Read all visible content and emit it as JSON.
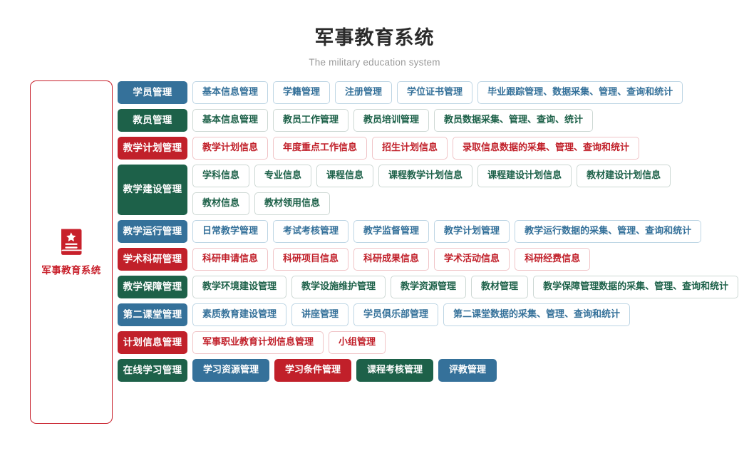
{
  "header": {
    "title": "军事教育系统",
    "subtitle": "The military education system"
  },
  "sidebar": {
    "icon": "book-star-icon",
    "label": "军事教育系统",
    "border_color": "#c8202b"
  },
  "colors": {
    "blue": "#35719a",
    "green": "#1d6149",
    "red": "#c1202a"
  },
  "rows": [
    {
      "category": "学员管理",
      "color": "blue",
      "style": "outline",
      "lines": [
        [
          "基本信息管理",
          "学籍管理",
          "注册管理",
          "学位证书管理",
          "毕业跟踪管理、数据采集、管理、查询和统计"
        ]
      ]
    },
    {
      "category": "教员管理",
      "color": "green",
      "style": "outline",
      "lines": [
        [
          "基本信息管理",
          "教员工作管理",
          "教员培训管理",
          "教员数据采集、管理、查询、统计"
        ]
      ]
    },
    {
      "category": "教学计划管理",
      "color": "red",
      "style": "outline",
      "lines": [
        [
          "教学计划信息",
          "年度重点工作信息",
          "招生计划信息",
          "录取信息数据的采集、管理、查询和统计"
        ]
      ]
    },
    {
      "category": "教学建设管理",
      "color": "green",
      "style": "outline",
      "lines": [
        [
          "学科信息",
          "专业信息",
          "课程信息",
          "课程教学计划信息",
          "课程建设计划信息",
          "教材建设计划信息"
        ],
        [
          "教材信息",
          "教材领用信息"
        ]
      ]
    },
    {
      "category": "教学运行管理",
      "color": "blue",
      "style": "outline",
      "lines": [
        [
          "日常教学管理",
          "考试考核管理",
          "教学监督管理",
          "教学计划管理",
          "教学运行数据的采集、管理、查询和统计"
        ]
      ]
    },
    {
      "category": "学术科研管理",
      "color": "red",
      "style": "outline",
      "lines": [
        [
          "科研申请信息",
          "科研项目信息",
          "科研成果信息",
          "学术活动信息",
          "科研经费信息"
        ]
      ]
    },
    {
      "category": "教学保障管理",
      "color": "green",
      "style": "outline",
      "lines": [
        [
          "教学环境建设管理",
          "教学设施维护管理",
          "教学资源管理",
          "教材管理",
          "教学保障管理数据的采集、管理、查询和统计"
        ]
      ]
    },
    {
      "category": "第二课堂管理",
      "color": "blue",
      "style": "outline",
      "lines": [
        [
          "素质教育建设管理",
          "讲座管理",
          "学员俱乐部管理",
          "第二课堂数据的采集、管理、查询和统计"
        ]
      ]
    },
    {
      "category": "计划信息管理",
      "color": "red",
      "style": "outline",
      "lines": [
        [
          "军事职业教育计划信息管理",
          "小组管理"
        ]
      ]
    },
    {
      "category": "在线学习管理",
      "color": "green",
      "style": "solid",
      "lines": [
        [
          "学习资源管理",
          "学习条件管理",
          "课程考核管理",
          "评教管理"
        ]
      ],
      "solid_colors": [
        [
          "blue",
          "red",
          "green",
          "blue"
        ]
      ]
    }
  ]
}
